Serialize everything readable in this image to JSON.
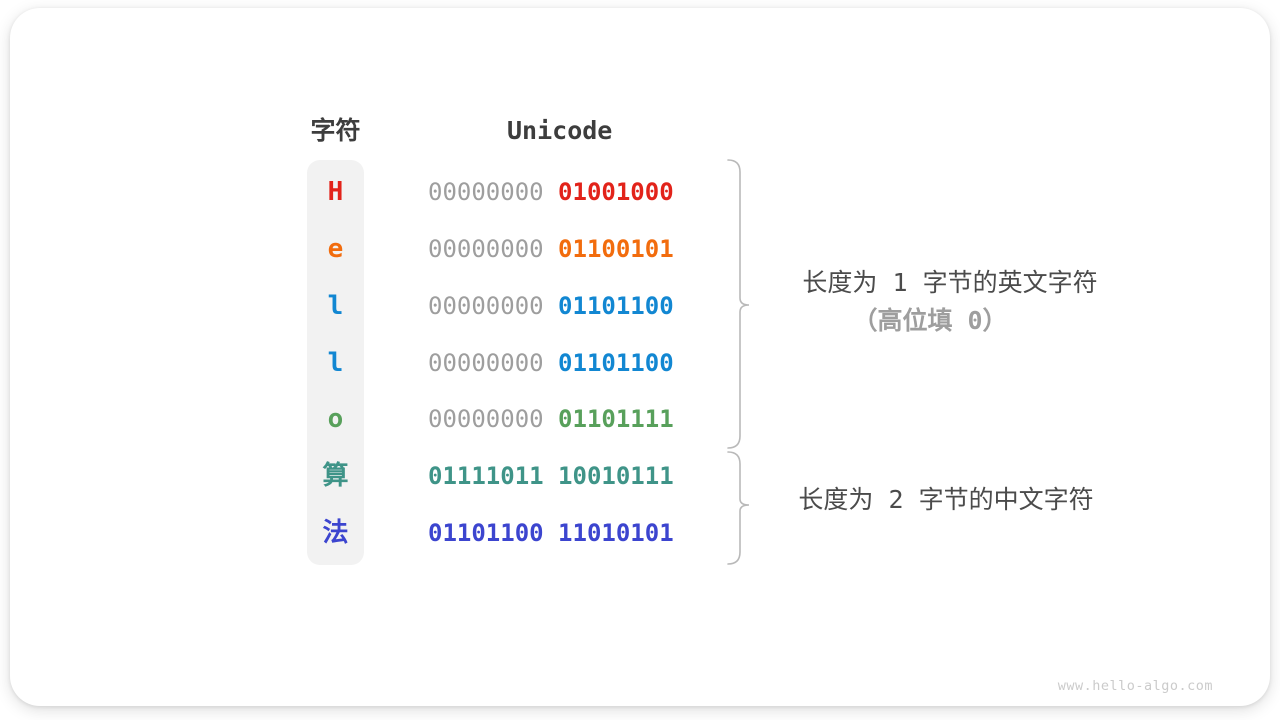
{
  "table": {
    "headers": {
      "char": "字符",
      "unicode": "Unicode"
    },
    "gray_color": "#9e9e9e",
    "rows": [
      {
        "char": "H",
        "color": "#e2231a",
        "byte1": "00000000",
        "byte2": "01001000",
        "byte1_gray": true
      },
      {
        "char": "e",
        "color": "#f26c0d",
        "byte1": "00000000",
        "byte2": "01100101",
        "byte1_gray": true
      },
      {
        "char": "l",
        "color": "#1287d2",
        "byte1": "00000000",
        "byte2": "01101100",
        "byte1_gray": true
      },
      {
        "char": "l",
        "color": "#1287d2",
        "byte1": "00000000",
        "byte2": "01101100",
        "byte1_gray": true
      },
      {
        "char": "o",
        "color": "#58a05b",
        "byte1": "00000000",
        "byte2": "01101111",
        "byte1_gray": true
      },
      {
        "char": "算",
        "color": "#3f9488",
        "byte1": "01111011",
        "byte2": "10010111",
        "byte1_gray": false
      },
      {
        "char": "法",
        "color": "#3c45cf",
        "byte1": "01101100",
        "byte2": "11010101",
        "byte1_gray": false
      }
    ]
  },
  "annotations": {
    "group1_line1": "长度为 1 字节的英文字符",
    "group1_line2": "（高位填 0）",
    "group2_line1": "长度为 2 字节的中文字符"
  },
  "footer": {
    "watermark": "www.hello-algo.com"
  }
}
